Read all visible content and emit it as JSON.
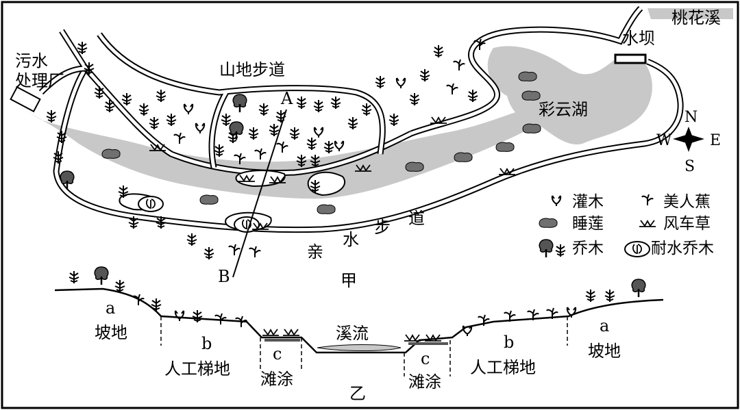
{
  "map": {
    "labels": {
      "sewage_plant_line1": "污水",
      "sewage_plant_line2": "处理厂",
      "mountain_trail": "山地步道",
      "dam": "水坝",
      "peach_creek": "桃花溪",
      "lake": "彩云湖",
      "waterside_char1": "亲",
      "waterside_char2": "水",
      "waterside_char3": "步",
      "waterside_char4": "道",
      "point_a": "A",
      "point_b": "B",
      "panel_jia": "甲"
    },
    "compass": {
      "n": "N",
      "s": "S",
      "e": "E",
      "w": "W"
    },
    "legend": {
      "shrub": "灌木",
      "banana": "美人蕉",
      "lotus": "睡莲",
      "windmill_grass": "风车草",
      "tree": "乔木",
      "water_tree": "耐水乔木"
    },
    "colors": {
      "water": "#c8c8c8",
      "outline": "#000000",
      "lotus": "#707070"
    }
  },
  "profile": {
    "zone_a": "a",
    "zone_a_name": "坡地",
    "zone_b": "b",
    "zone_b_name": "人工梯地",
    "zone_c": "c",
    "zone_c_name": "滩涂",
    "stream": "溪流",
    "panel_yi": "乙"
  }
}
